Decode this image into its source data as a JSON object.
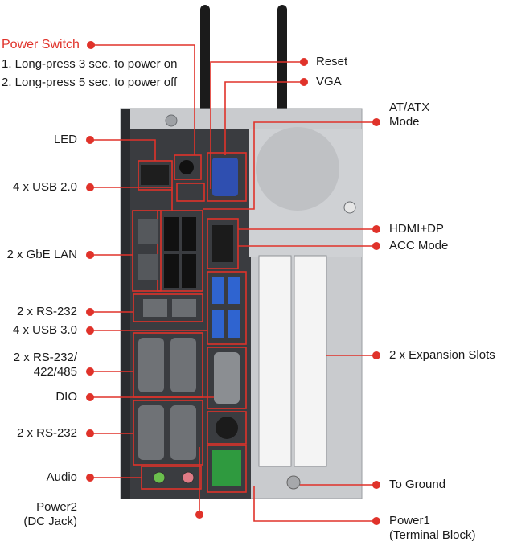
{
  "colors": {
    "accent": "#e0322a",
    "chassis": "#c9cbce",
    "panel_dark": "#2b2d30"
  },
  "power_switch": {
    "title": "Power Switch",
    "line1": "1. Long-press 3 sec. to power on",
    "line2": "2. Long-press 5 sec. to power off"
  },
  "left_labels": {
    "led": "LED",
    "usb20": "4 x USB 2.0",
    "gbe_lan": "2 x GbE LAN",
    "rs232_a": "2 x RS-232",
    "usb30": "4 x USB 3.0",
    "rs232_422_485_l1": "2 x RS-232/",
    "rs232_422_485_l2": "422/485",
    "dio": "DIO",
    "rs232_b": "2 x RS-232",
    "audio": "Audio",
    "power2_l1": "Power2",
    "power2_l2": "(DC Jack)"
  },
  "right_labels": {
    "reset": "Reset",
    "vga": "VGA",
    "at_atx_l1": "AT/ATX",
    "at_atx_l2": "Mode",
    "hdmi_dp": "HDMI+DP",
    "acc_mode": "ACC Mode",
    "expansion": "2 x Expansion Slots",
    "to_ground": "To Ground",
    "power1_l1": "Power1",
    "power1_l2": "(Terminal Block)"
  }
}
